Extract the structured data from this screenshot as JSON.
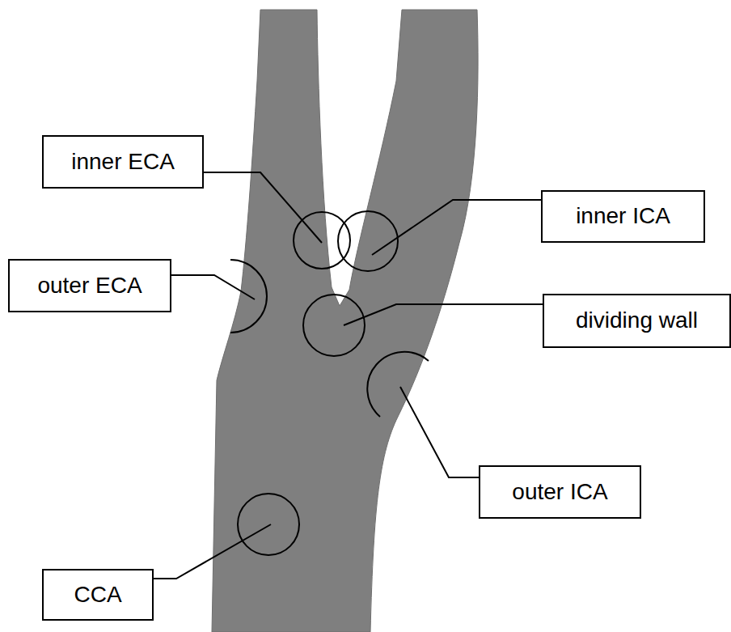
{
  "diagram": {
    "nodes": [
      {
        "text": [
          "inner ECA"
        ]
      },
      {
        "text": [
          "inner ICA"
        ]
      },
      {
        "text": [
          "outer ECA"
        ]
      },
      {
        "text": [
          "dividing wall"
        ]
      },
      {
        "text": [
          "outer ICA"
        ]
      },
      {
        "text": [
          "CCA"
        ]
      }
    ]
  }
}
